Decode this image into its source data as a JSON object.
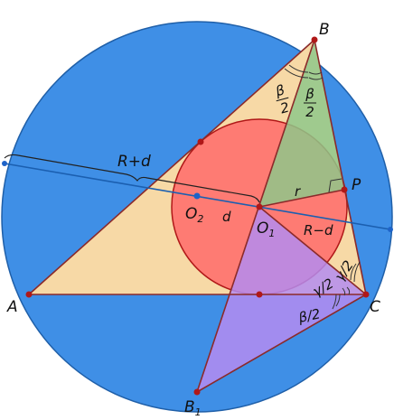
{
  "colors": {
    "circumcircle_fill": "#3f8fe6",
    "circumcircle_stroke": "#1f5fa8",
    "triangle_fill": "#f7d9a6",
    "incircle_fill": "#ff6a6a",
    "green_region": "#8fc78a",
    "purple_region": "#b48cf0",
    "line_color": "#8b2a2a",
    "diameter_line": "#1b5fb0",
    "point_color": "#b01818",
    "blue_point": "#1e63c8"
  },
  "labels": {
    "A": "A",
    "B": "B",
    "C": "C",
    "B1_main": "B",
    "B1_sub": "1",
    "P": "P",
    "O1_main": "O",
    "O1_sub": "1",
    "O2_main": "O",
    "O2_sub": "2",
    "r": "r",
    "d": "d",
    "R_minus_d": "R−d",
    "R_plus_d": "R+d",
    "beta_half_num_left": "β",
    "beta_half_den_left": "2",
    "beta_half_num_right": "β",
    "beta_half_den_right": "2",
    "gamma_half_upper": "γ/2",
    "gamma_half_lower": "γ/2",
    "beta_half_bottom": "β/2"
  }
}
